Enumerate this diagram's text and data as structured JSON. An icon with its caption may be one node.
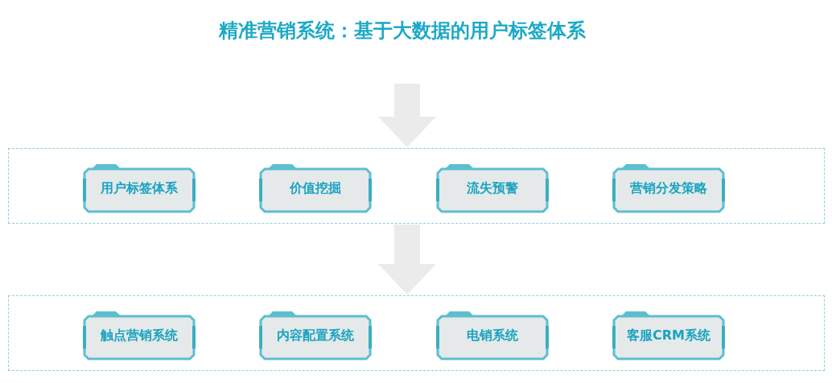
{
  "diagram": {
    "title": "精准营销系统：基于大数据的用户标签体系",
    "nodes": [
      {
        "text": [],
        "shape": "box"
      },
      {
        "text": [
          "用户标签体系"
        ],
        "in": 0
      },
      {
        "text": [
          "价值挖掘"
        ],
        "in": 0
      },
      {
        "text": [
          "流失预警"
        ],
        "in": 0
      },
      {
        "text": [
          "营销分发策略"
        ],
        "in": 0
      },
      {
        "text": [],
        "shape": "box"
      },
      {
        "text": [
          "触点营销系统"
        ],
        "in": 5
      },
      {
        "text": [
          "内容配置系统"
        ],
        "in": 5
      },
      {
        "text": [
          "电销系统"
        ],
        "in": 5
      },
      {
        "text": [
          "客服CRM系统"
        ],
        "in": 5
      }
    ],
    "edges": [
      {
        "from": null,
        "to": 0,
        "arrow": "to"
      },
      {
        "from": 0,
        "to": 5,
        "arrow": "to"
      }
    ]
  }
}
